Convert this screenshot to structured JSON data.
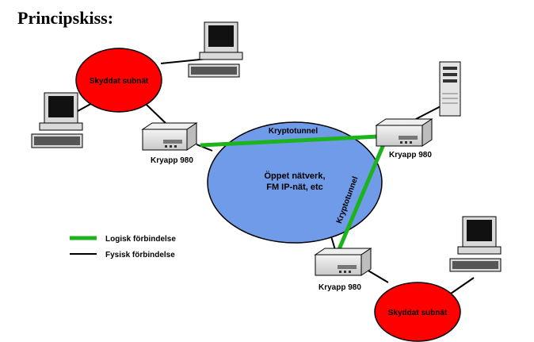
{
  "title": "Principskiss:",
  "subnets": {
    "top": "Skyddat subnät",
    "bottom": "Skyddat subnät"
  },
  "network": {
    "line1": "Öppet nätverk,",
    "line2": "FM IP-nät, etc"
  },
  "devices": {
    "left": "Kryapp 980",
    "right": "Kryapp 980",
    "bottom": "Kryapp 980"
  },
  "tunnels": {
    "horizontal": "Kryptotunnel",
    "diagonal": "Kryptotunnel"
  },
  "legend": {
    "logical": "Logisk förbindelse",
    "physical": "Fysisk förbindelse"
  },
  "colors": {
    "subnet_fill": "#ff0000",
    "network_fill": "#6f9be8",
    "tunnel": "#1db31d",
    "line": "#000000"
  }
}
